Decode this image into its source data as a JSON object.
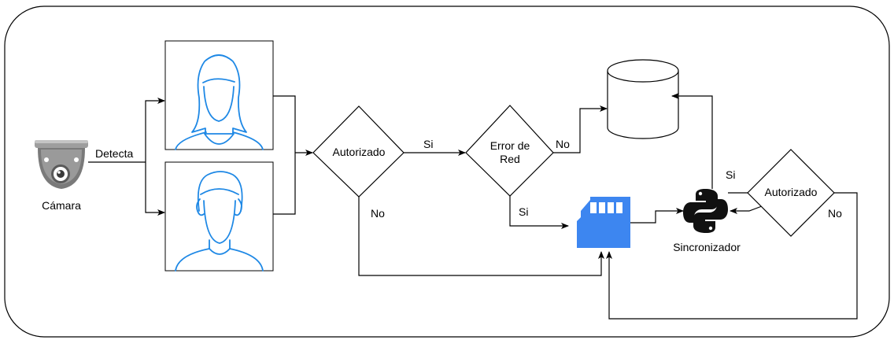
{
  "nodes": {
    "camera": {
      "label": "Cámara"
    },
    "decision1": {
      "label": "Autorizado"
    },
    "decision2": {
      "label_line1": "Error de",
      "label_line2": "Red"
    },
    "decision3": {
      "label": "Autorizado"
    },
    "synchronizer": {
      "label": "Sincronizador"
    }
  },
  "edges": {
    "detecta": "Detecta",
    "d1_yes": "Si",
    "d1_no": "No",
    "d2_no": "No",
    "d2_yes": "Si",
    "d3_yes": "Si",
    "d3_no": "No"
  },
  "icons": {
    "camera": "security-camera-icon",
    "person_female": "person-female-icon",
    "person_male": "person-male-icon",
    "database": "database-cylinder-icon",
    "storage": "sd-card-icon",
    "sync": "python-logo-icon"
  },
  "colors": {
    "stroke": "#000000",
    "person_line": "#1e88e5",
    "sd_card": "#3d86f0",
    "python": "#111111"
  }
}
